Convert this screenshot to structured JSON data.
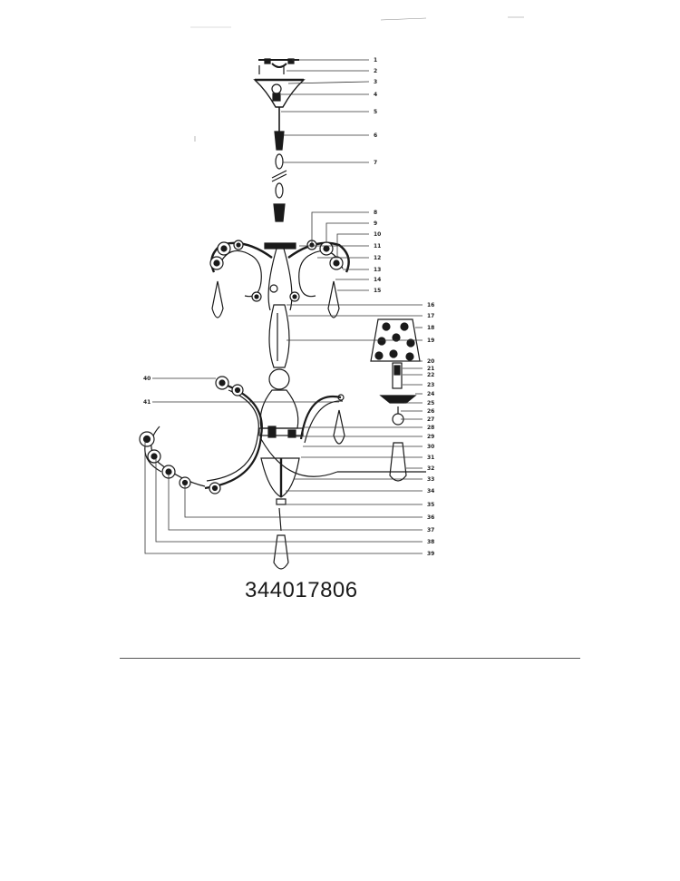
{
  "diagram": {
    "callouts": [
      {
        "label": "1",
        "part": "ceiling-hook"
      },
      {
        "label": "2",
        "part": "canopy-screw"
      },
      {
        "label": "3",
        "part": "canopy"
      },
      {
        "label": "4",
        "part": "canopy-ring"
      },
      {
        "label": "5",
        "part": "threaded-rod"
      },
      {
        "label": "6",
        "part": "chain-link"
      },
      {
        "label": "7",
        "part": "chain"
      },
      {
        "label": "8",
        "part": "arm-bead"
      },
      {
        "label": "9",
        "part": "arm-bead"
      },
      {
        "label": "10",
        "part": "arm-bead"
      },
      {
        "label": "11",
        "part": "top-plate"
      },
      {
        "label": "12",
        "part": "arm-bead"
      },
      {
        "label": "13",
        "part": "arm-bead"
      },
      {
        "label": "14",
        "part": "crystal-hook"
      },
      {
        "label": "15",
        "part": "crystal-drop"
      },
      {
        "label": "16",
        "part": "upper-tube"
      },
      {
        "label": "17",
        "part": "column"
      },
      {
        "label": "18",
        "part": "lamp-shade"
      },
      {
        "label": "19",
        "part": "column-glass"
      },
      {
        "label": "20",
        "part": "bulb"
      },
      {
        "label": "21",
        "part": "sphere"
      },
      {
        "label": "22",
        "part": "socket"
      },
      {
        "label": "23",
        "part": "candle-sleeve"
      },
      {
        "label": "24",
        "part": "bobeche"
      },
      {
        "label": "25",
        "part": "cup"
      },
      {
        "label": "26",
        "part": "nut"
      },
      {
        "label": "27",
        "part": "sphere"
      },
      {
        "label": "28",
        "part": "arm-body"
      },
      {
        "label": "29",
        "part": "arm-nut"
      },
      {
        "label": "30",
        "part": "arm-connector"
      },
      {
        "label": "31",
        "part": "lower-arm"
      },
      {
        "label": "32",
        "part": "crystal"
      },
      {
        "label": "33",
        "part": "bottom-cup"
      },
      {
        "label": "34",
        "part": "rod"
      },
      {
        "label": "35",
        "part": "finial"
      },
      {
        "label": "36",
        "part": "bead"
      },
      {
        "label": "37",
        "part": "bead"
      },
      {
        "label": "38",
        "part": "bead"
      },
      {
        "label": "39",
        "part": "bead"
      },
      {
        "label": "40",
        "part": "arm-bead"
      },
      {
        "label": "41",
        "part": "arm-end"
      }
    ]
  },
  "model_number": "344017806",
  "colors": {
    "ink": "#1a1a1a",
    "paper": "#ffffff"
  }
}
